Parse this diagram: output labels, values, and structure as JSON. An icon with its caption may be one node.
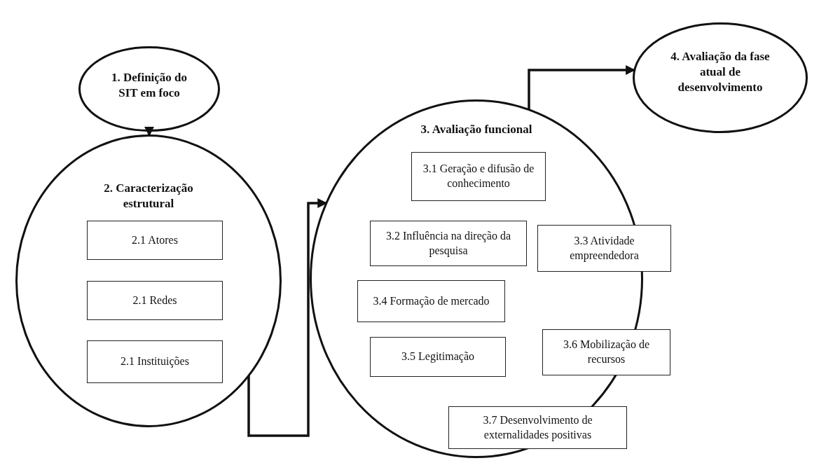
{
  "diagram": {
    "nodes": [
      {
        "text": [
          "1. Definição do SIT em foco"
        ]
      },
      {
        "text": [
          "2. Caracterização estrutural"
        ]
      },
      {
        "text": [
          "2.1 Atores"
        ],
        "in": 1
      },
      {
        "text": [
          "2.1 Redes"
        ],
        "in": 1
      },
      {
        "text": [
          "2.1 Instituições"
        ],
        "in": 1
      },
      {
        "text": [
          "3. Avaliação funcional"
        ]
      },
      {
        "text": [
          "3.1 Geração e difusão de conhecimento"
        ],
        "in": 5
      },
      {
        "text": [
          "3.2 Influência na direção da pesquisa"
        ],
        "in": 5
      },
      {
        "text": [
          "3.3 Atividade empreendedora"
        ]
      },
      {
        "text": [
          "3.4 Formação de mercado"
        ],
        "in": 5
      },
      {
        "text": [
          "3.5 Legitimação"
        ],
        "in": 5
      },
      {
        "text": [
          "3.6 Mobilização de recursos"
        ]
      },
      {
        "text": [
          "3.7 Desenvolvimento de externalidades positivas"
        ],
        "in": 5
      },
      {
        "text": [
          "4. Avaliação da fase atual de desenvolvimento"
        ]
      }
    ],
    "edges": [
      {
        "from": 0,
        "to": 1,
        "arrow": "to"
      },
      {
        "from": 1,
        "to": 5,
        "arrow": "to"
      },
      {
        "from": 5,
        "to": 13,
        "arrow": "to"
      }
    ]
  }
}
